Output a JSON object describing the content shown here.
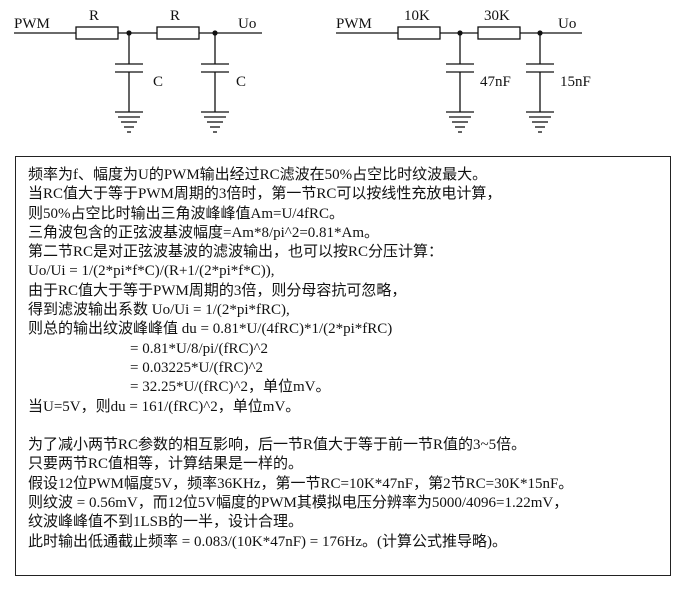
{
  "circuit_left": {
    "input_label": "PWM",
    "r1_label": "R",
    "r2_label": "R",
    "output_label": "Uo",
    "c1_label": "C",
    "c2_label": "C"
  },
  "circuit_right": {
    "input_label": "PWM",
    "r1_label": "10K",
    "r2_label": "30K",
    "output_label": "Uo",
    "c1_label": "47nF",
    "c2_label": "15nF"
  },
  "notes": {
    "lines": [
      "频率为f、幅度为U的PWM输出经过RC滤波在50%占空比时纹波最大。",
      "当RC值大于等于PWM周期的3倍时，第一节RC可以按线性充放电计算，",
      "则50%占空比时输出三角波峰峰值Am=U/4fRC。",
      "三角波包含的正弦波基波幅度=Am*8/pi^2=0.81*Am。",
      "第二节RC是对正弦波基波的滤波输出，也可以按RC分压计算：",
      "Uo/Ui = 1/(2*pi*f*C)/(R+1/(2*pi*f*C)),",
      "由于RC值大于等于PWM周期的3倍，则分母容抗可忽略，",
      "得到滤波输出系数 Uo/Ui = 1/(2*pi*fRC),",
      "则总的输出纹波峰峰值 du = 0.81*U/(4fRC)*1/(2*pi*fRC)",
      "= 0.81*U/8/pi/(fRC)^2",
      "= 0.03225*U/(fRC)^2",
      "= 32.25*U/(fRC)^2，单位mV。",
      "当U=5V，则du = 161/(fRC)^2，单位mV。",
      "",
      "为了减小两节RC参数的相互影响，后一节R值大于等于前一节R值的3~5倍。",
      "只要两节RC值相等，计算结果是一样的。",
      "假设12位PWM幅度5V，频率36KHz，第一节RC=10K*47nF，第2节RC=30K*15nF。",
      "则纹波 = 0.56mV，而12位5V幅度的PWM其模拟电压分辨率为5000/4096=1.22mV，",
      "纹波峰峰值不到1LSB的一半，设计合理。",
      "此时输出低通截止频率 = 0.083/(10K*47nF) = 176Hz。(计算公式推导略)。"
    ]
  }
}
